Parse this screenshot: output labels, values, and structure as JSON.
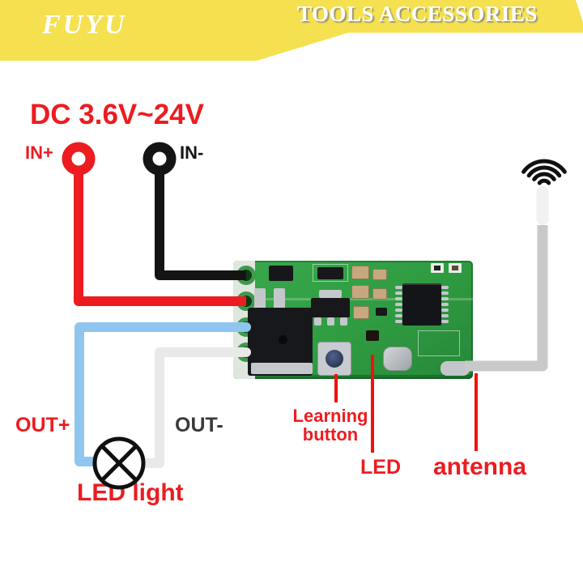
{
  "banner": {
    "brand": "FUYU",
    "title": "TOOLS ACCESSORIES"
  },
  "labels": {
    "voltage": "DC 3.6V~24V",
    "in_plus": "IN+",
    "in_minus": "IN-",
    "out_plus": "OUT+",
    "out_minus": "OUT-",
    "led_light": "LED light",
    "learning_line1": "Learning",
    "learning_line2": "button",
    "led": "LED",
    "antenna": "antenna"
  },
  "icons": {
    "signal": "wifi-arcs-icon",
    "lamp": "circle-cross-lamp-symbol",
    "positive_terminal": "red-ring-terminal",
    "negative_terminal": "black-ring-terminal"
  },
  "colors": {
    "banner_yellow": "#F5E04F",
    "red": "#EC1C20",
    "annotation_red": "#F2100E",
    "black": "#141414",
    "blue_wire": "#8FC6F0",
    "white_wire": "#E9E9E9",
    "antenna_wire": "#C9C9C9",
    "out_minus_text": "#3A3A3A",
    "pcb_green": "#2F9C41"
  }
}
